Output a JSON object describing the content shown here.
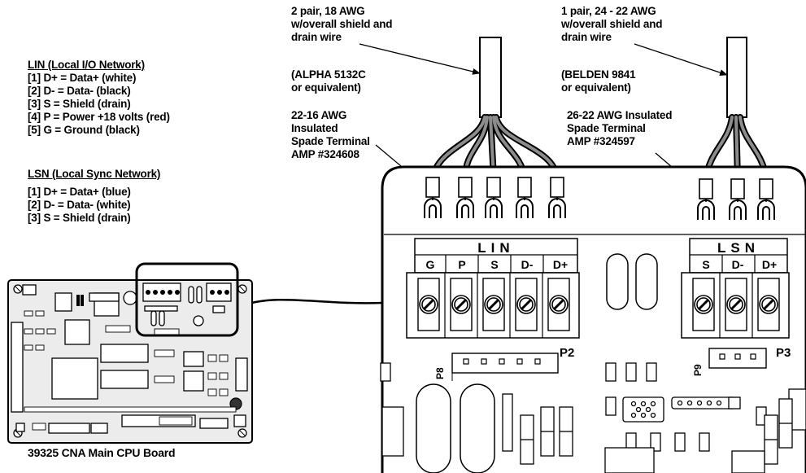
{
  "callouts": {
    "cable_lin": [
      "2 pair, 18 AWG",
      "w/overall shield and",
      "drain wire"
    ],
    "cable_lin_part": [
      "(ALPHA 5132C",
      "or equivalent)"
    ],
    "terminal_lin": [
      "22-16 AWG",
      "Insulated",
      "Spade Terminal",
      "AMP #324608"
    ],
    "cable_lsn": [
      "1 pair, 24 - 22 AWG",
      "w/overall shield and",
      "drain wire"
    ],
    "cable_lsn_part": [
      "(BELDEN 9841",
      "or equivalent)"
    ],
    "terminal_lsn": [
      "26-22 AWG Insulated",
      "Spade Terminal",
      "AMP #324597"
    ]
  },
  "lin_legend": {
    "title": "LIN (Local I/O Network)",
    "items": [
      "[1] D+ = Data+ (white)",
      "[2] D- = Data- (black)",
      "[3] S = Shield (drain)",
      "[4] P = Power +18 volts (red)",
      "[5] G = Ground (black)"
    ]
  },
  "lsn_legend": {
    "title": "LSN (Local Sync Network)",
    "items": [
      "[1] D+ = Data+ (blue)",
      "[2] D- = Data- (white)",
      "[3] S = Shield (drain)"
    ]
  },
  "board_caption": "39325 CNA Main CPU Board",
  "connectors": {
    "lin": {
      "title": "LIN",
      "pins": [
        "G",
        "P",
        "S",
        "D-",
        "D+"
      ],
      "ref": "P2"
    },
    "lsn": {
      "title": "LSN",
      "pins": [
        "S",
        "D-",
        "D+"
      ],
      "ref": "P3"
    },
    "p8": "P8",
    "p9": "P9"
  }
}
